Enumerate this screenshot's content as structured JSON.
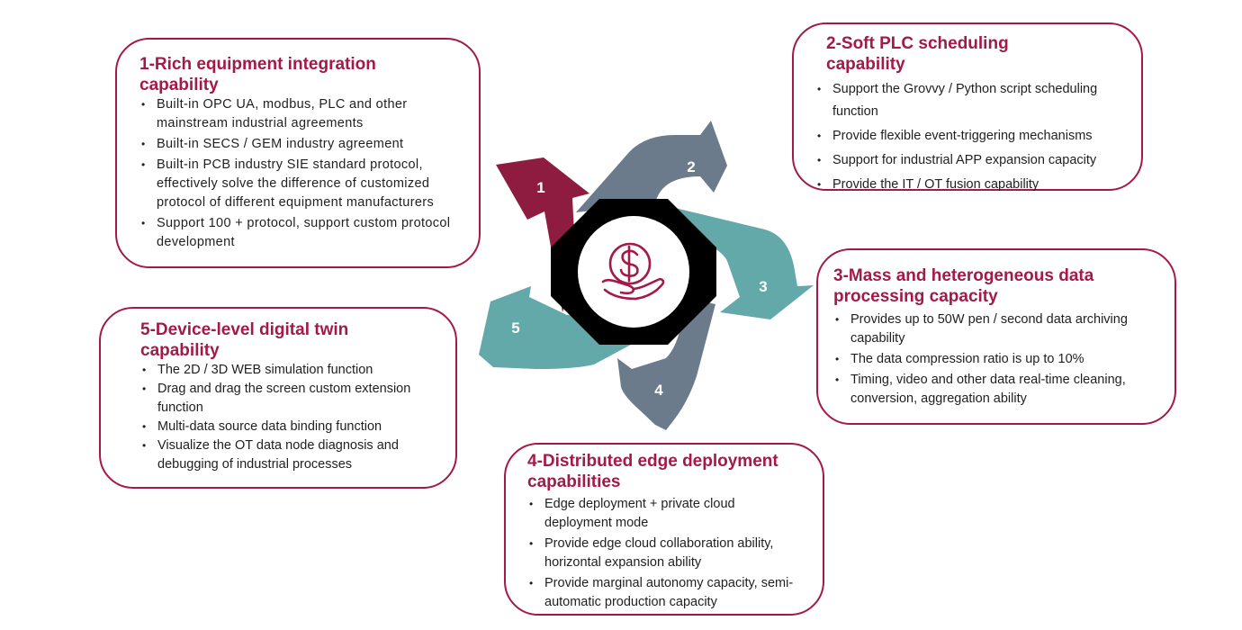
{
  "colors": {
    "accent": "#a31a48",
    "arrow_maroon": "#8e1c41",
    "arrow_slate": "#6b7b8c",
    "arrow_teal": "#64a9aa",
    "hub": "#000000"
  },
  "hub": {
    "icon": "dollar-hand-icon"
  },
  "arrows": [
    {
      "number": "1"
    },
    {
      "number": "2"
    },
    {
      "number": "3"
    },
    {
      "number": "4"
    },
    {
      "number": "5"
    }
  ],
  "cards": [
    {
      "title": "1-Rich equipment integration capability",
      "items": [
        "Built-in OPC UA, modbus, PLC and other mainstream industrial agreements",
        "Built-in SECS / GEM industry agreement",
        "Built-in PCB industry SIE standard protocol, effectively solve the difference of customized protocol of different equipment manufacturers",
        "Support 100 + protocol, support custom protocol development"
      ]
    },
    {
      "title": "2-Soft PLC scheduling capability",
      "items": [
        "Support the Grovvy / Python script scheduling function",
        "Provide flexible event-triggering mechanisms",
        "Support for industrial APP expansion capacity",
        "Provide the IT / OT fusion capability"
      ]
    },
    {
      "title": "3-Mass and heterogeneous data processing capacity",
      "items": [
        "Provides up to 50W pen / second data archiving capability",
        "The data compression ratio is up to 10%",
        "Timing, video and other data real-time cleaning, conversion, aggregation ability"
      ]
    },
    {
      "title": "4-Distributed edge deployment capabilities",
      "items": [
        "Edge deployment + private cloud deployment mode",
        "Provide edge cloud collaboration ability, horizontal expansion ability",
        "Provide marginal autonomy capacity, semi-automatic production capacity"
      ]
    },
    {
      "title": "5-Device-level digital twin capability",
      "items": [
        "The 2D / 3D WEB simulation function",
        "Drag and drag the screen custom extension function",
        "Multi-data source data binding function",
        "Visualize the OT data node diagnosis and debugging of industrial processes"
      ]
    }
  ]
}
